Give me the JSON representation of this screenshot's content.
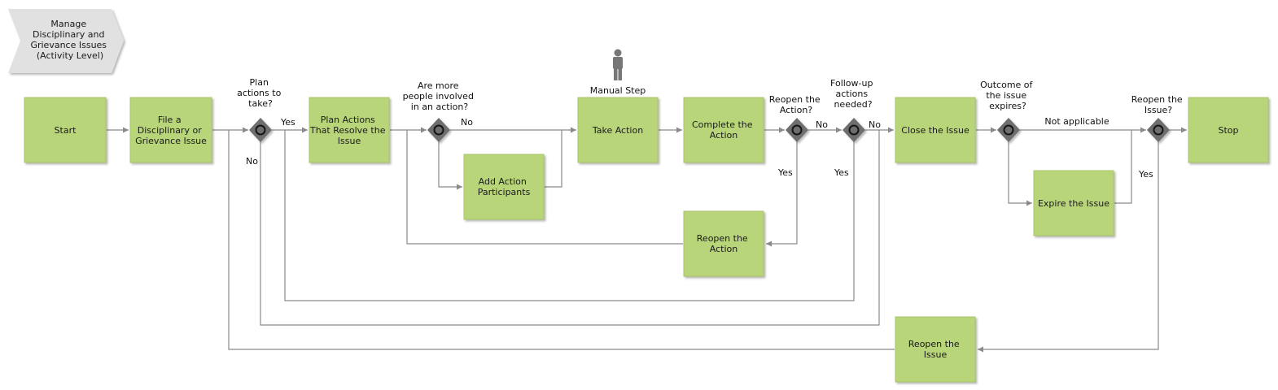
{
  "title_lines": [
    "Manage",
    "Disciplinary and",
    "Grievance Issues",
    "(Activity Level)"
  ],
  "colors": {
    "task": "#b9d57a",
    "task_border": "#a9c56a",
    "arrow": "#8a8a8a",
    "gateway": "#6e6e6e",
    "banner": "#e1e1e1",
    "actor": "#777777"
  },
  "actor_icon": "person-icon",
  "manual_step_label": "Manual Step",
  "tasks": {
    "start": [
      "Start"
    ],
    "file": [
      "File a",
      "Disciplinary or",
      "Grievance Issue"
    ],
    "plan": [
      "Plan Actions",
      "That Resolve the",
      "Issue"
    ],
    "add": [
      "Add Action",
      "Participants"
    ],
    "take": [
      "Take Action"
    ],
    "complete": [
      "Complete the",
      "Action"
    ],
    "reopen_action": [
      "Reopen the",
      "Action"
    ],
    "close": [
      "Close the Issue"
    ],
    "expire": [
      "Expire the Issue"
    ],
    "reopen_issue": [
      "Reopen the",
      "Issue"
    ],
    "stop": [
      "Stop"
    ]
  },
  "gateways": {
    "plan_q": [
      "Plan",
      "actions to",
      "take?"
    ],
    "more_q": [
      "Are more",
      "people involved",
      "in an action?"
    ],
    "reopen_action_q": [
      "Reopen the",
      "Action?"
    ],
    "followup_q": [
      "Follow-up",
      "actions",
      "needed?"
    ],
    "outcome_q": [
      "Outcome of",
      "the issue",
      "expires?"
    ],
    "reopen_issue_q": [
      "Reopen the",
      "Issue?"
    ]
  },
  "edge_labels": {
    "plan_yes": "Yes",
    "plan_no": "No",
    "more_no": "No",
    "reopen_action_no": "No",
    "reopen_action_yes": "Yes",
    "followup_no": "No",
    "followup_yes": "Yes",
    "not_applicable": "Not applicable",
    "reopen_issue_yes": "Yes"
  }
}
